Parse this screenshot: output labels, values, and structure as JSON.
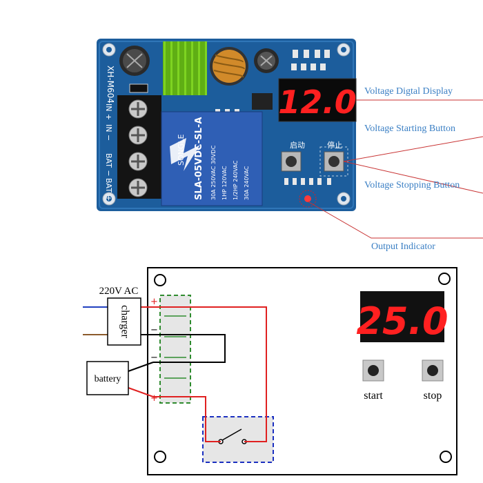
{
  "top_photo": {
    "board_model": "XH-M604",
    "display_value": "12.0",
    "terminal_labels": [
      "IN +",
      "IN −",
      "BAT −",
      "BAT +"
    ],
    "relay_brand": "SONGLE",
    "relay_model": "SLA-05VDC-SL-A",
    "relay_ratings": [
      "30A 250VAC 30VDC",
      "1HP 120VAC",
      "1/2HP 240VAC",
      "30A 240VAC"
    ],
    "start_button_text": "启动",
    "stop_button_text": "停止",
    "callouts": {
      "display": "Voltage Digtal Display",
      "start": "Voltage Starting Button",
      "stop": "Voltage Stopping Button",
      "output": "Output Indicator"
    }
  },
  "wiring_diagram": {
    "ac_label": "220V AC",
    "charger_label": "charger",
    "battery_label": "battery",
    "display_value": "25.0",
    "start_label": "start",
    "stop_label": "stop",
    "polarity": [
      "+",
      "−",
      "−",
      "+"
    ]
  },
  "colors": {
    "board_blue": "#1c5d9c",
    "led_red": "#ff2020",
    "wire_red": "#e02020",
    "wire_blue": "#2040c0",
    "wire_brown": "#8b5a2b",
    "terminal_green": "#2e8b2e",
    "relay_dash": "#1a2fc0",
    "callout_text": "#3a7fc4",
    "callout_line": "#c83232"
  }
}
